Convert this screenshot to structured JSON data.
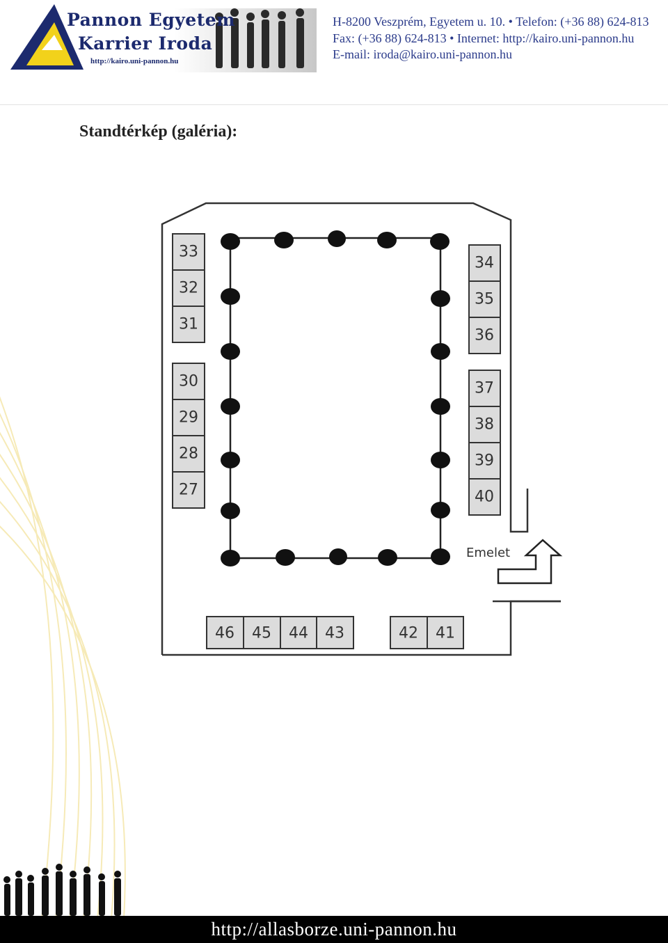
{
  "header": {
    "logo_line1": "Pannon Egyetem",
    "logo_line2": "Karrier Iroda",
    "logo_url": "http://kairo.uni-pannon.hu",
    "contact": [
      "H-8200 Veszprém, Egyetem u. 10. • Telefon: (+36 88) 624-813",
      "Fax: (+36 88) 624-813  • Internet: http://kairo.uni-pannon.hu",
      "E-mail: iroda@kairo.uni-pannon.hu"
    ]
  },
  "page": {
    "title": "Standtérkép (galéria):"
  },
  "floorplan": {
    "booths_left_upper": [
      "33",
      "32",
      "31"
    ],
    "booths_left_lower": [
      "30",
      "29",
      "28",
      "27"
    ],
    "booths_right_upper": [
      "34",
      "35",
      "36"
    ],
    "booths_right_lower": [
      "37",
      "38",
      "39",
      "40"
    ],
    "booths_bottom_a": [
      "46",
      "45",
      "44",
      "43"
    ],
    "booths_bottom_b": [
      "42",
      "41"
    ],
    "stairs_label": "Emelet"
  },
  "footer": {
    "url": "http://allasborze.uni-pannon.hu"
  },
  "colors": {
    "brand_blue": "#1c2a6e",
    "brand_yellow": "#f2d21b",
    "booth_fill": "#dcdcdc",
    "footer_bg": "#000000"
  }
}
